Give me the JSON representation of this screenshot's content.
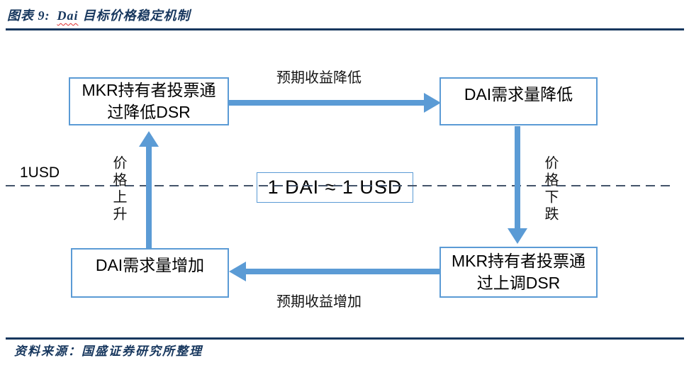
{
  "title": {
    "prefix": "图表 9:",
    "highlight": "Dai",
    "rest": "目标价格稳定机制"
  },
  "diagram": {
    "usd_label": "1USD",
    "center_box": "1 DAI ≈ 1 USD",
    "boxes": {
      "top_left": "MKR持有者投票通\n过降低DSR",
      "top_right": "DAI需求量降低",
      "bottom_left": "DAI需求量增加",
      "bottom_right": "MKR持有者投票通\n过上调DSR"
    },
    "arrow_labels": {
      "top": "预期收益降低",
      "bottom": "预期收益增加",
      "left_vertical": "价格上升",
      "right_vertical": "价格下跌"
    }
  },
  "footer": {
    "source": "资料来源：国盛证券研究所整理"
  },
  "colors": {
    "navy": "#17375E",
    "blue": "#5B9BD5",
    "dash": "#44546A",
    "wavy_underline": "#E03030"
  }
}
